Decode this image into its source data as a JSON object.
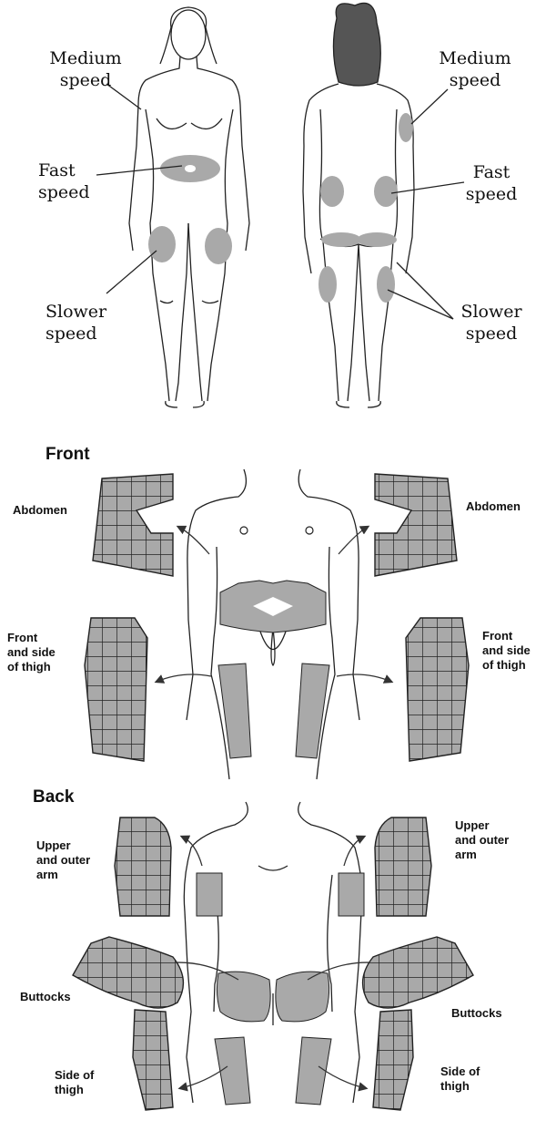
{
  "top_section": {
    "front_figure": {
      "labels": {
        "medium": [
          "Medium",
          "speed"
        ],
        "fast": [
          "Fast",
          "speed"
        ],
        "slower": [
          "Slower",
          "speed"
        ]
      }
    },
    "back_figure": {
      "labels": {
        "medium": [
          "Medium",
          "speed"
        ],
        "fast": [
          "Fast",
          "speed"
        ],
        "slower": [
          "Slower",
          "speed"
        ]
      }
    }
  },
  "front_section": {
    "heading": "Front",
    "abdomen_left": "Abdomen",
    "abdomen_right": "Abdomen",
    "thigh_left": [
      "Front",
      "and side",
      "of thigh"
    ],
    "thigh_right": [
      "Front",
      "and side",
      "of thigh"
    ]
  },
  "back_section": {
    "heading": "Back",
    "arm_left": [
      "Upper",
      "and outer",
      "arm"
    ],
    "arm_right": [
      "Upper",
      "and outer",
      "arm"
    ],
    "buttocks_left": "Buttocks",
    "buttocks_right": "Buttocks",
    "side_thigh_left": [
      "Side of",
      "thigh"
    ],
    "side_thigh_right": [
      "Side of",
      "thigh"
    ]
  },
  "colors": {
    "zone_fill": "#a9a9a9",
    "outline": "#222222"
  }
}
